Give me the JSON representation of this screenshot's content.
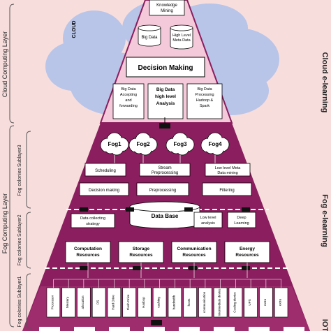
{
  "layers": {
    "cloud_layer_label": "Cloud Computing Layer",
    "cloud_elearning_label": "Cloud e-learning",
    "fog_layer_label": "Fog Computing Layer",
    "fog_elearning_label": "Fog e-learning",
    "iot_label": "IOT",
    "cloud_tag": "CLOUD",
    "fog_colonies_sub3": "Fog colonies Sublayer3",
    "fog_colonies_sub2": "Fog colonies Sublayer2",
    "fog_colonies_sub1": "Fog colonies Sublayer1"
  },
  "cloud": {
    "knowledge_mining": "Knowledge Mining",
    "big_data": "Big Data",
    "high_level_meta_data": "High Level Meta Data",
    "decision_making": "Decision Making",
    "big_data_accepting": "Big Data Accepting and forwarding",
    "big_data_analysis": "Big Data high level Analysis",
    "big_data_processing": "Big Data Processing Hadoop & Spark"
  },
  "fog3": {
    "fogs": [
      "Fog1",
      "Fog2",
      "Fog3",
      "Fog4"
    ],
    "scheduling": "Scheduling",
    "stream_preprocessing": "Stream Preprocessing",
    "low_level_meta": "Low level Meta Data mining",
    "decision_making": "Decision making",
    "preprocessing": "Preprocessing",
    "filtering": "Filtering"
  },
  "fog2": {
    "data_collecting": "Data collecting strategy",
    "data_base": "Data Base",
    "low_level_analysis": "Low level analysis",
    "deep_learning": "Deep Learning"
  },
  "fog1": {
    "resources": [
      "Computation Resources",
      "Storage Resources",
      "Communication Resources",
      "Energy Resources"
    ],
    "items": [
      "Processor",
      "Mesmry",
      "allocation",
      "OS",
      "Hard Drive",
      "Flash Drive",
      "Hadoop",
      "caching",
      "bandwidth",
      "hosts",
      "communication",
      "Intermediate device",
      "Cooling device",
      "UPS",
      "extra",
      "extra"
    ]
  },
  "colors": {
    "background": "#f7dedd",
    "cloud_fill": "#f4c9d9",
    "fog_fill": "#8a1e5e",
    "fog_dark": "#6a1248",
    "sky": "#b8c5e8"
  }
}
